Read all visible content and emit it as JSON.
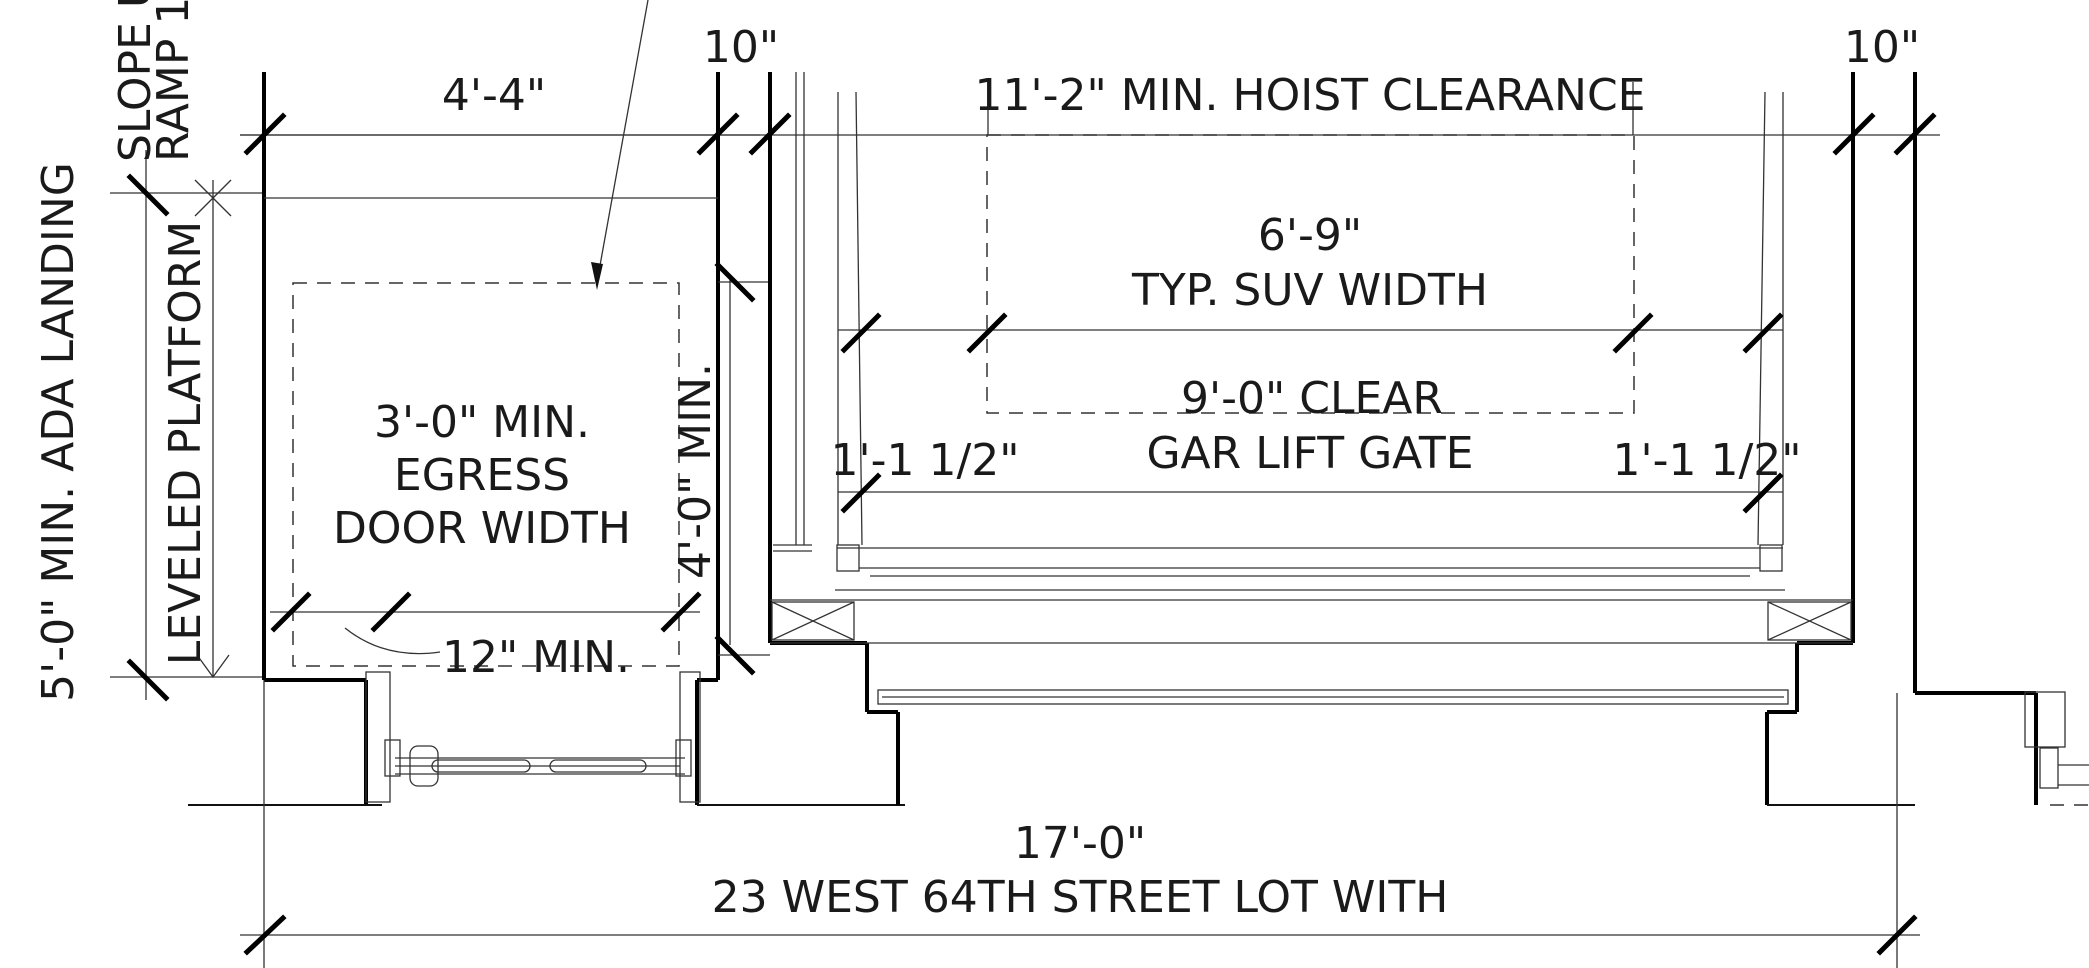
{
  "drawing": {
    "dims": {
      "slope_label": "SLOPE U",
      "ramp_label": "RAMP 1",
      "ada_landing": "5'-0\" MIN. ADA LANDING",
      "leveled_platform": "LEVELED PLATFORM",
      "top_left_width": "4'-4\"",
      "top_mid_offset": "10\"",
      "top_right_offset": "10\"",
      "hoist_clearance": "11'-2\" MIN. HOIST CLEARANCE",
      "suv_width_value": "6'-9\"",
      "suv_width_label": "TYP. SUV WIDTH",
      "gate_clear_value": "9'-0\" CLEAR",
      "gate_clear_label": "GAR LIFT GATE",
      "left_gap": "1'-1 1/2\"",
      "right_gap": "1'-1 1/2\"",
      "egress_line1": "3'-0\" MIN.",
      "egress_line2": "EGRESS",
      "egress_line3": "DOOR WIDTH",
      "egress_depth": "4'-0\" MIN.",
      "door_clearance": "12\" MIN.",
      "lot_width_value": "17'-0\"",
      "lot_width_label": "23 WEST 64TH STREET LOT WITH"
    }
  }
}
